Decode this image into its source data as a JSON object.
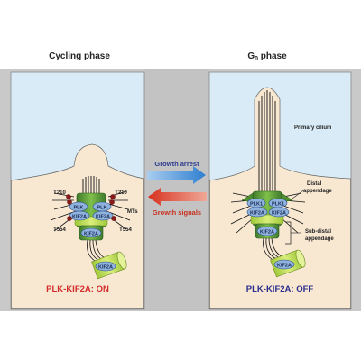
{
  "panels": {
    "left": {
      "title": "Cycling phase",
      "status": "PLK-KIF2A: ON"
    },
    "right": {
      "title_main": "G",
      "title_sub": "0",
      "title_rest": " phase",
      "status": "PLK-KIF2A: OFF"
    }
  },
  "labels": {
    "t210": "T210",
    "t554": "T554",
    "plk": "PLK",
    "plk1": "PLK1",
    "kif2a": "KIF2A",
    "mts": "MTs",
    "primary_cilium": "Primary cilium",
    "distal_line1": "Distal",
    "distal_line2": "appendage",
    "subdistal_line1": "Sub-distal",
    "subdistal_line2": "appendage"
  },
  "arrows": {
    "arrest": "Growth arrest",
    "signals": "Growth signals"
  },
  "colors": {
    "status_on": "#d42a2a",
    "status_off": "#2b2e8e",
    "arrow_blue": "#3d8bd4",
    "arrow_red": "#d83a2a",
    "text_arrest": "#2b3a8e",
    "text_signals": "#c8301f"
  }
}
